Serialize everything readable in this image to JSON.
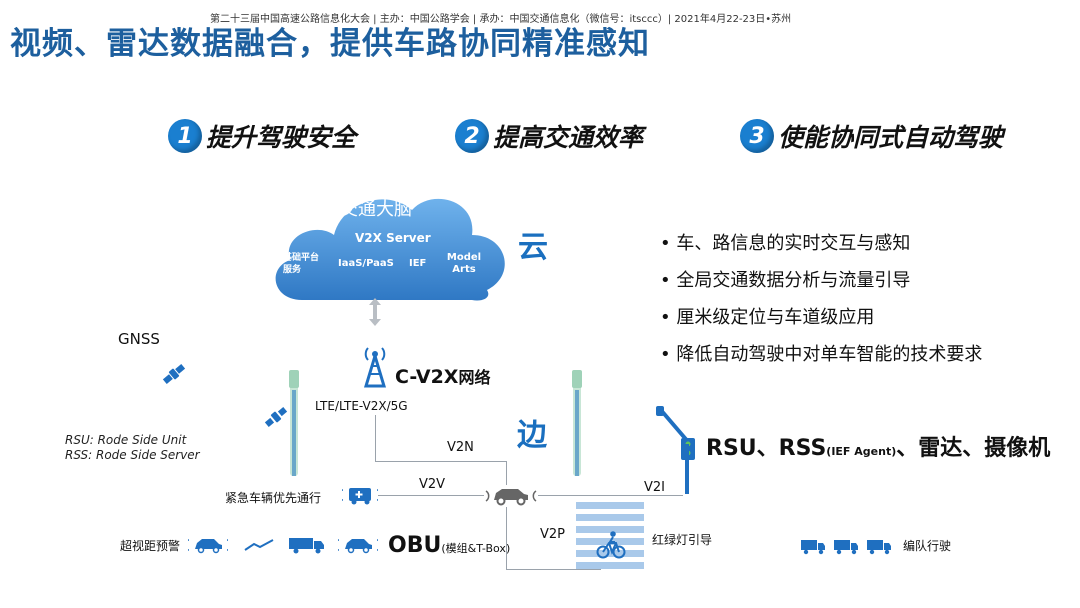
{
  "header": {
    "conference": "第二十三届中国高速公路信息化大会 | 主办：中国公路学会 | 承办：中国交通信息化（微信号：itsccc）| 2021年4月22-23日•苏州",
    "title": "视频、雷达数据融合，提供车路协同精准感知"
  },
  "goals": [
    {
      "num": "1",
      "label": "提升驾驶安全"
    },
    {
      "num": "2",
      "label": "提高交通效率"
    },
    {
      "num": "3",
      "label": "使能协同式自动驾驶"
    }
  ],
  "cloud": {
    "brain": "交通大脑",
    "server": "V2X Server",
    "services": [
      "基础平台服务",
      "IaaS/PaaS",
      "IEF",
      "Model Arts"
    ],
    "side_label": "云"
  },
  "bullets": [
    "车、路信息的实时交互与感知",
    "全局交通数据分析与流量引导",
    "厘米级定位与车道级应用",
    "降低自动驾驶中对单车智能的技术要求"
  ],
  "network": {
    "gnss": "GNSS",
    "cv2x_main": "C-V2X",
    "cv2x_suffix": "网络",
    "lte": "LTE/LTE-V2X/5G",
    "edge_label": "边"
  },
  "notes": {
    "rsu": "RSU: Rode Side Unit",
    "rss": "RSS: Rode Side Server"
  },
  "links": {
    "v2n": "V2N",
    "v2v": "V2V",
    "v2i": "V2I",
    "v2p": "V2P"
  },
  "rsu_label": {
    "part1": "RSU、RSS",
    "agent": "(IEF Agent)",
    "part2": "、雷达、摄像机"
  },
  "obu_label": {
    "main": "OBU",
    "sub": "(模组&T-Box)"
  },
  "scenarios": {
    "emergency": "紧急车辆优先通行",
    "beyond_sight": "超视距预警",
    "traffic_light": "红绿灯引导",
    "platoon": "编队行驶"
  },
  "colors": {
    "title": "#1d5f9e",
    "accent": "#1a7fd0",
    "cloud": "#4a90d9",
    "icon": "#1f6fc0"
  }
}
